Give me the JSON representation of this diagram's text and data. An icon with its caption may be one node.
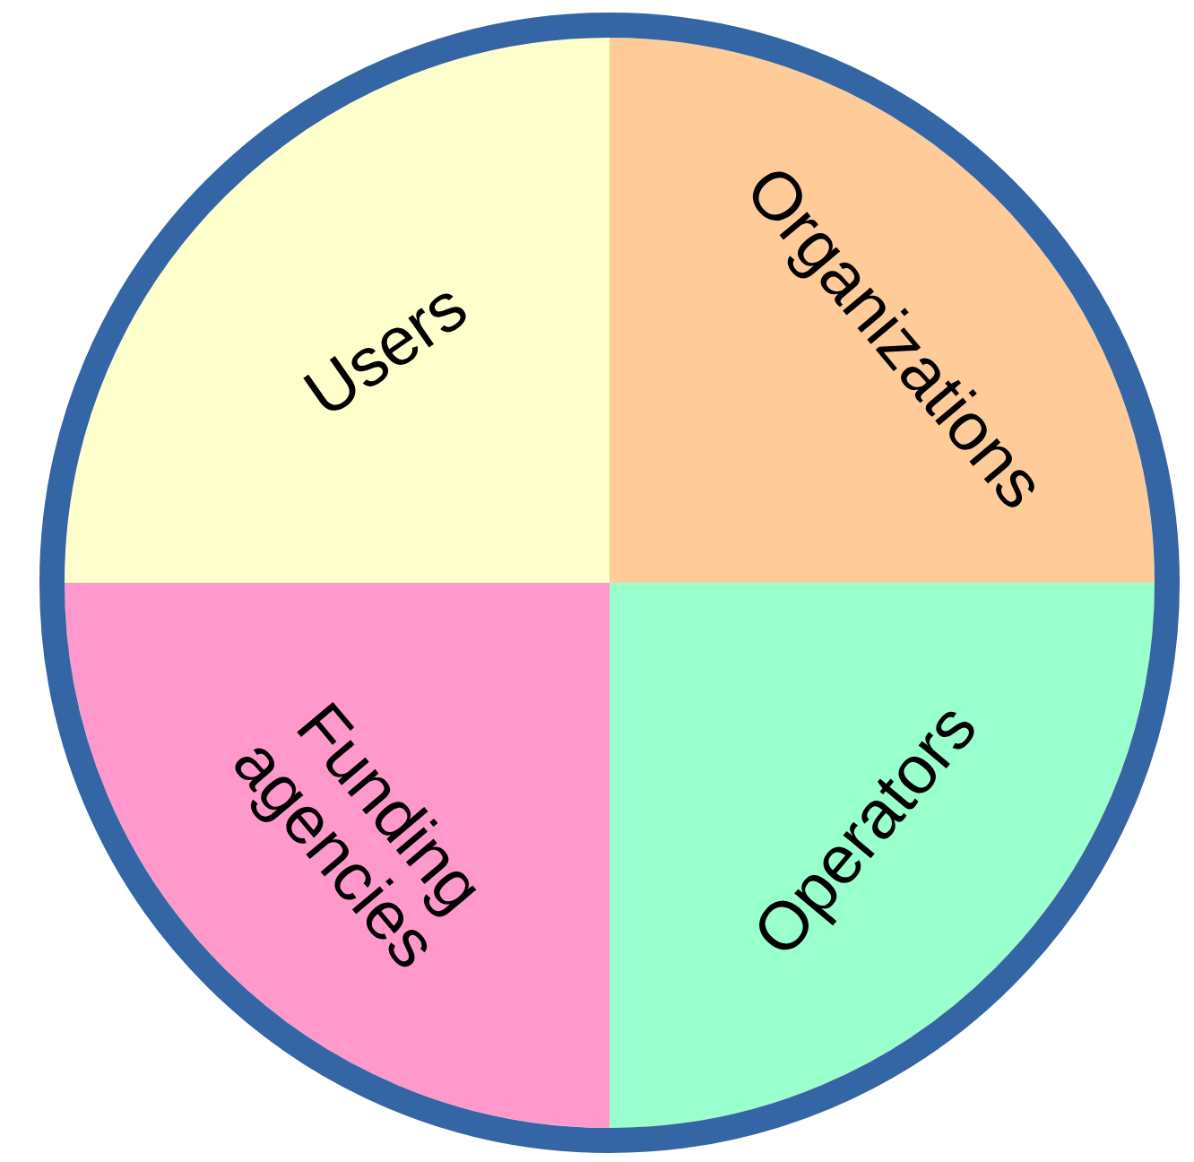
{
  "diagram": {
    "nodes": [
      {
        "text": [
          "Users"
        ]
      },
      {
        "text": [
          "Organizations"
        ]
      },
      {
        "text": [
          "Funding agencies"
        ]
      },
      {
        "text": [
          "Operators"
        ]
      }
    ]
  }
}
